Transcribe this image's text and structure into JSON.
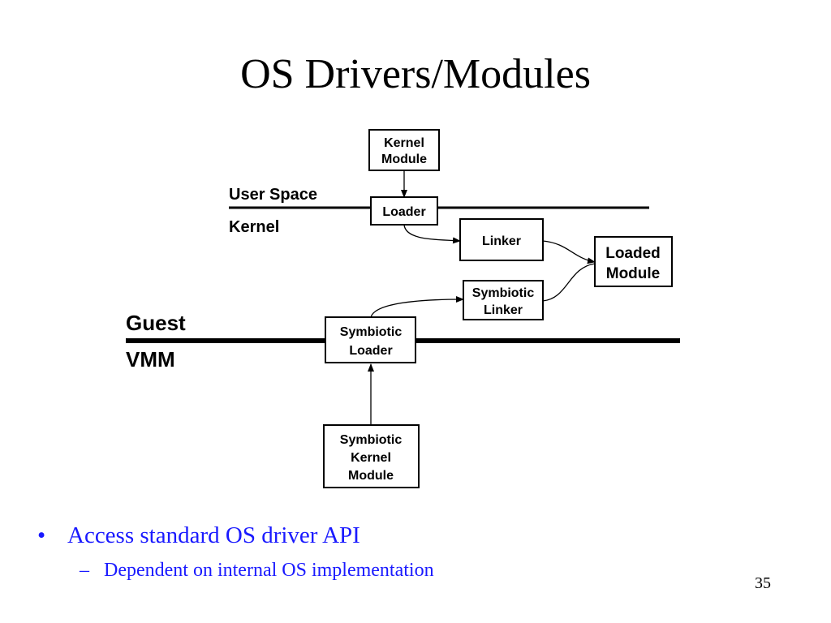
{
  "slide": {
    "title": "OS Drivers/Modules",
    "page_number": "35"
  },
  "diagram": {
    "regions": {
      "user_space": "User Space",
      "kernel": "Kernel",
      "guest": "Guest",
      "vmm": "VMM"
    },
    "boxes": {
      "kernel_module": [
        "Kernel",
        "Module"
      ],
      "loader": [
        "Loader"
      ],
      "linker": [
        "Linker"
      ],
      "loaded_module": [
        "Loaded",
        "Module"
      ],
      "symbiotic_linker": [
        "Symbiotic",
        "Linker"
      ],
      "symbiotic_loader": [
        "Symbiotic",
        "Loader"
      ],
      "symbiotic_kernel_module": [
        "Symbiotic",
        "Kernel",
        "Module"
      ]
    }
  },
  "bullets": [
    {
      "marker": "•",
      "text": "Access standard OS driver API",
      "sub": [
        {
          "marker": "–",
          "text": "Dependent on internal OS implementation"
        }
      ]
    }
  ],
  "colors": {
    "bullet_text": "#1a1aff",
    "diagram_ink": "#000000"
  }
}
